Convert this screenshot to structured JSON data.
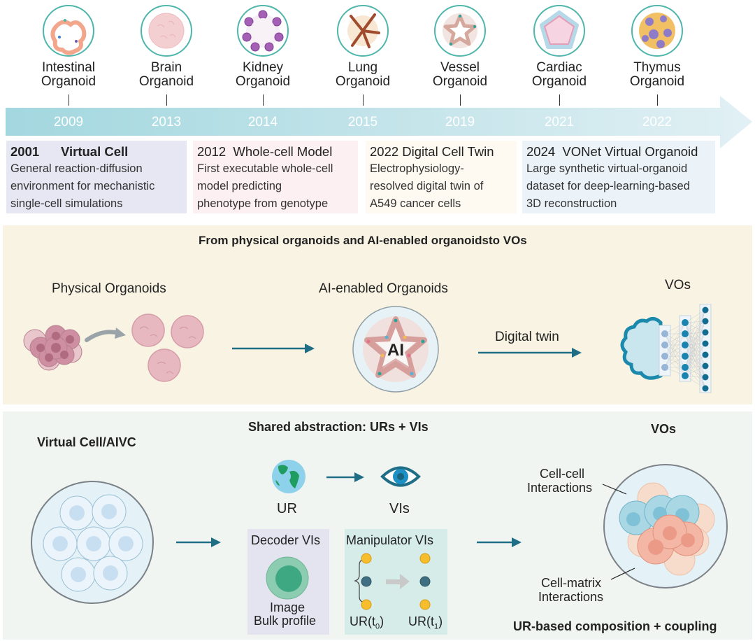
{
  "timeline": {
    "organoids": [
      {
        "name_line1": "Intestinal",
        "name_line2": "Organoid",
        "year": "2009",
        "icon": "intestinal-organoid-icon"
      },
      {
        "name_line1": "Brain",
        "name_line2": "Organoid",
        "year": "2013",
        "icon": "brain-organoid-icon"
      },
      {
        "name_line1": "Kidney",
        "name_line2": "Organoid",
        "year": "2014",
        "icon": "kidney-organoid-icon"
      },
      {
        "name_line1": "Lung",
        "name_line2": "Organoid",
        "year": "2015",
        "icon": "lung-organoid-icon"
      },
      {
        "name_line1": "Vessel",
        "name_line2": "Organoid",
        "year": "2019",
        "icon": "vessel-organoid-icon"
      },
      {
        "name_line1": "Cardiac",
        "name_line2": "Organoid",
        "year": "2021",
        "icon": "cardiac-organoid-icon"
      },
      {
        "name_line1": "Thymus",
        "name_line2": "Organoid",
        "year": "2022",
        "icon": "thymus-organoid-icon"
      }
    ],
    "arrow_color": "#a9dbe2"
  },
  "milestones": [
    {
      "title": "2001      Virtual Cell",
      "lines": [
        "General reaction-diffusion",
        "environment for mechanistic",
        "single-cell simulations"
      ],
      "color": "#e7e6f3"
    },
    {
      "title": "2012  Whole-cell Model",
      "lines": [
        "First executable whole-cell",
        "model predicting",
        "phenotype from genotype"
      ],
      "color": "#fdf0f2"
    },
    {
      "title": "2022 Digital Cell Twin",
      "lines": [
        "Electrophysiology-",
        "resolved digital twin of",
        "A549 cancer cells"
      ],
      "color": "#fefaf1"
    },
    {
      "title": "2024  VONet Virtual Organoid",
      "lines": [
        "Large synthetic virtual-organoid",
        "dataset for deep-learning-based",
        "3D reconstruction"
      ],
      "color": "#ebf3f9"
    }
  ],
  "panel1": {
    "title": "From physical organoids and AI-enabled organoidsto VOs",
    "physical_label": "Physical Organoids",
    "ai_label": "AI-enabled Organoids",
    "ai_text": "AI",
    "digital_twin_label": "Digital twin",
    "vos_label": "VOs",
    "background": "#f8f3e3"
  },
  "panel2": {
    "virtual_cell_label": "Virtual Cell/AIVC",
    "shared_title": "Shared abstraction: URs + VIs",
    "ur_label": "UR",
    "vis_label": "VIs",
    "decoder_title": "Decoder VIs",
    "decoder_line1": "Image",
    "decoder_line2": "Bulk profile",
    "manipulator_title": "Manipulator VIs",
    "ur_t0": "UR(t",
    "ur_t0_sub": "0",
    "ur_t1": "UR(t",
    "ur_t1_sub": "1",
    "close_paren": ")",
    "vos_label": "VOs",
    "cell_cell_line1": "Cell-cell",
    "cell_cell_line2": "Interactions",
    "cell_matrix_line1": "Cell-matrix",
    "cell_matrix_line2": "Interactions",
    "composition_label": "UR-based composition + coupling",
    "background": "#f1f5f2",
    "accent": "#1f6e86"
  }
}
